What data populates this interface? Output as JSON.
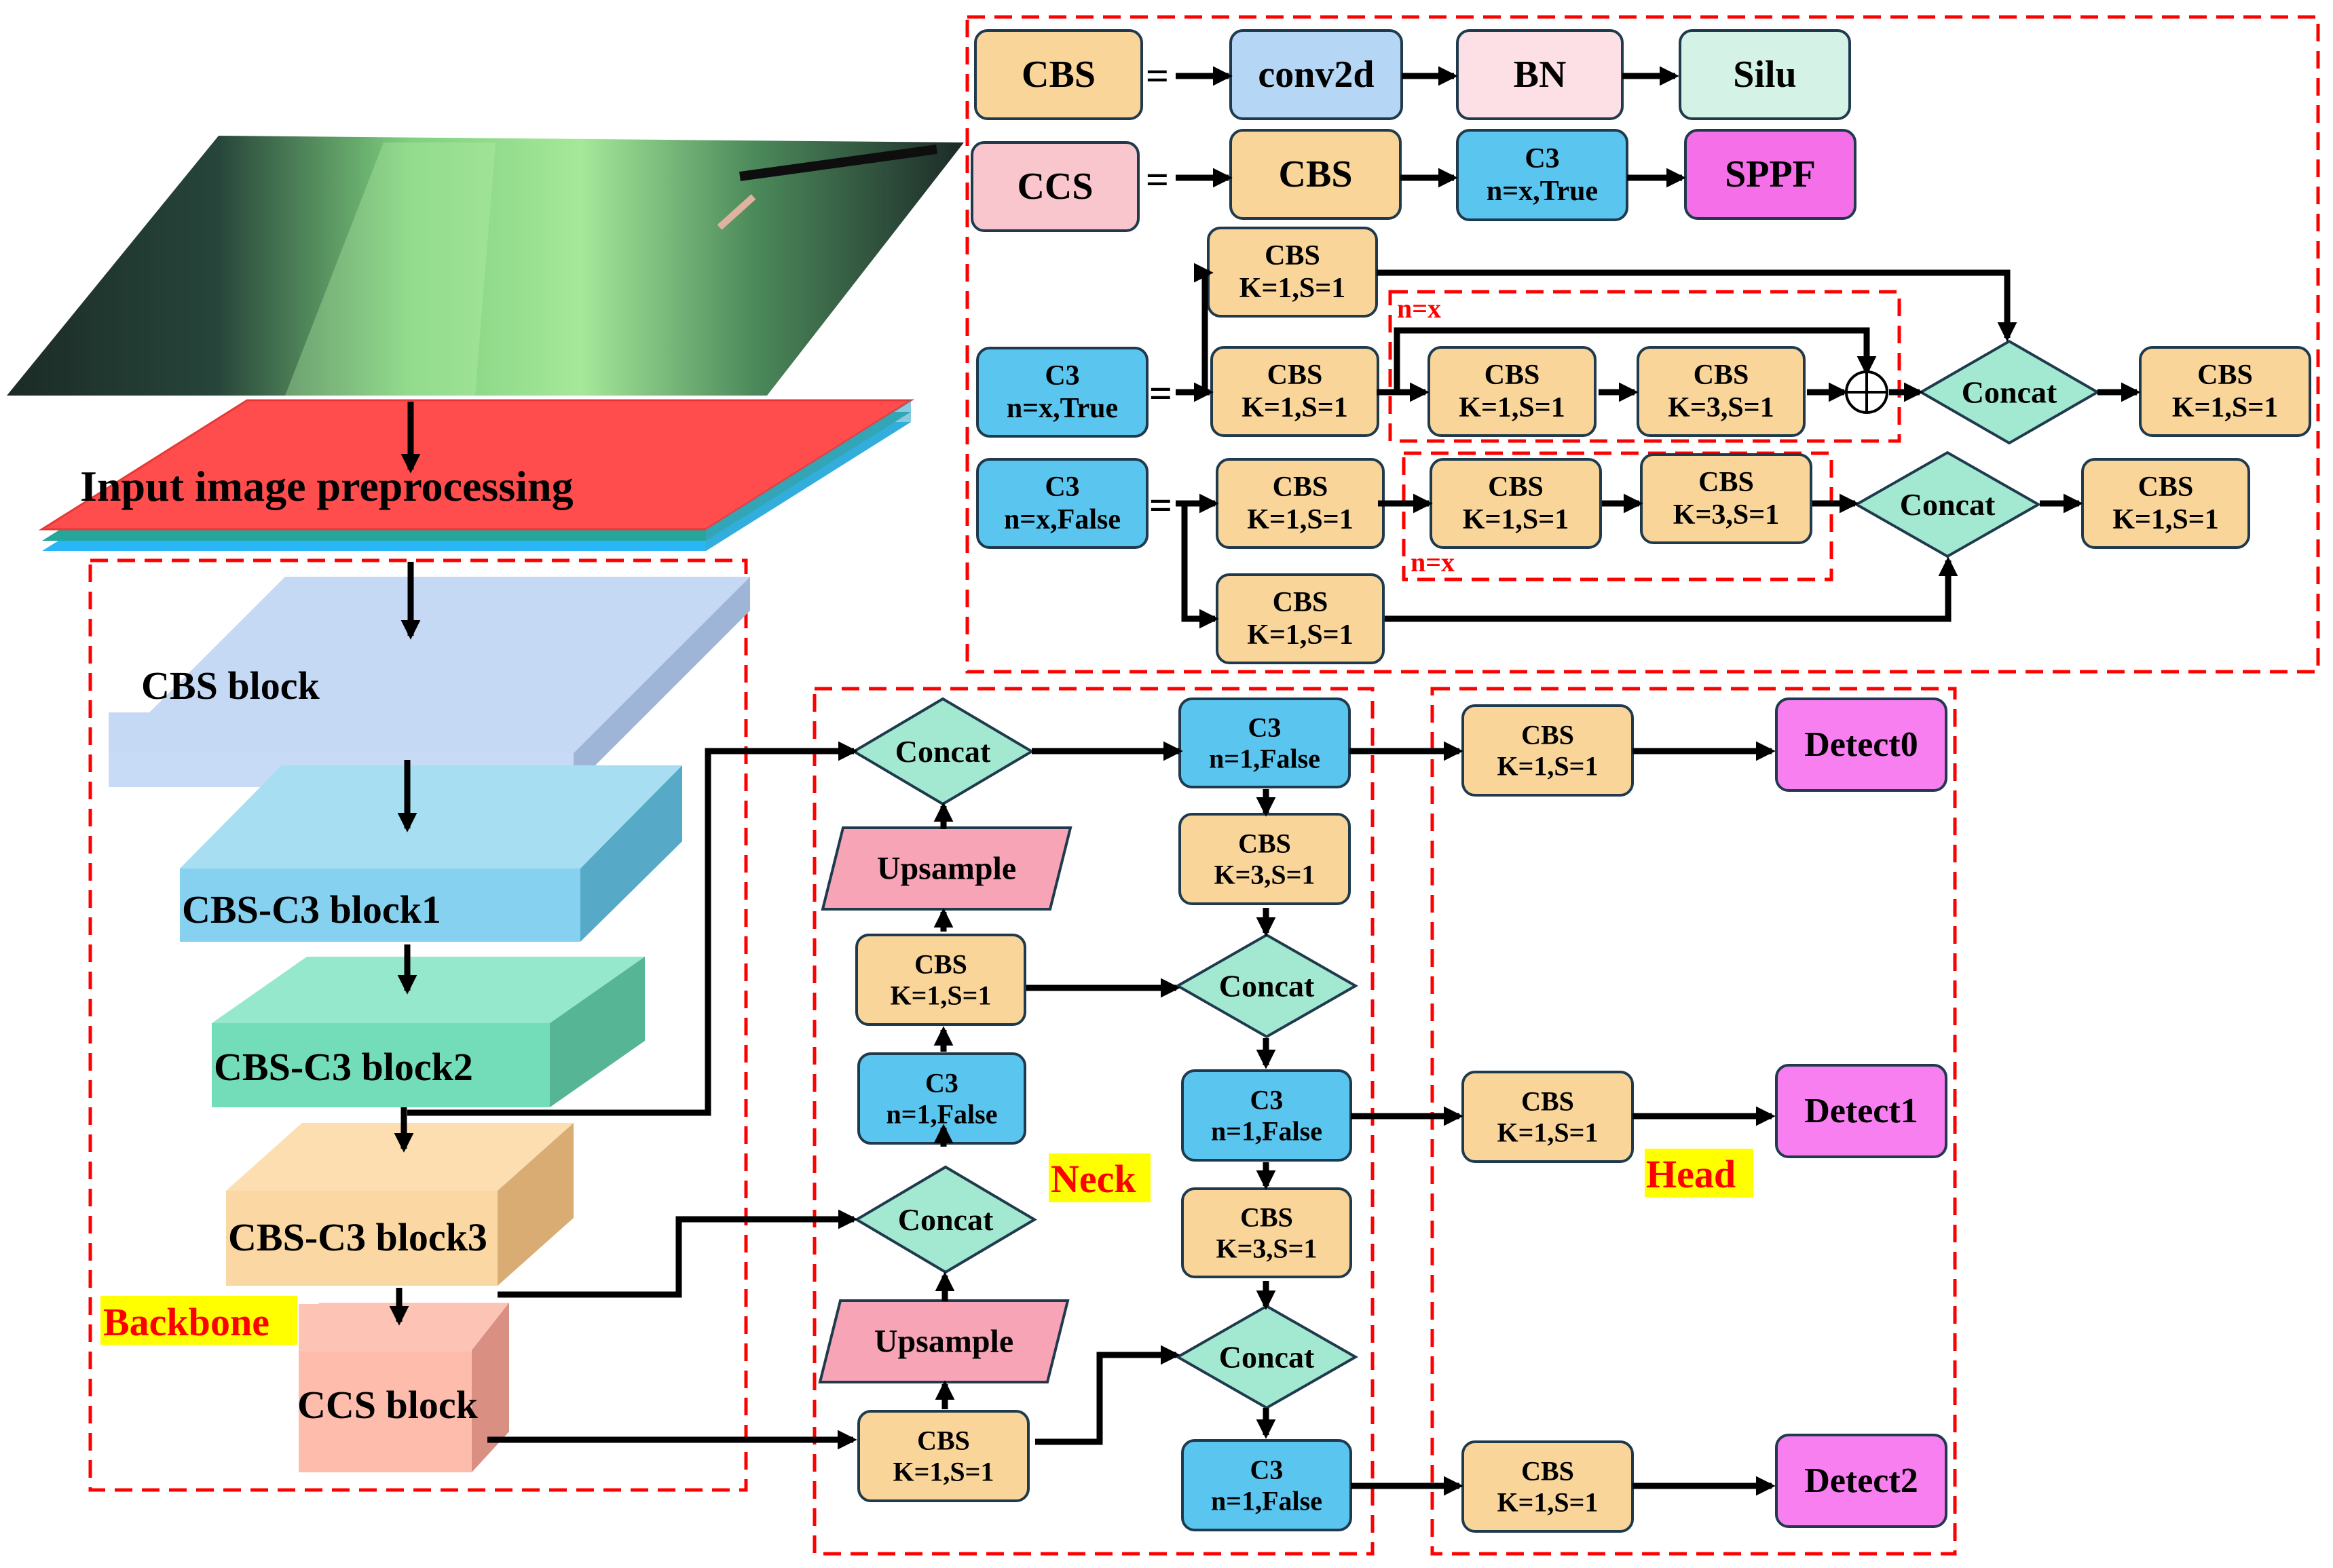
{
  "colors": {
    "cbs": "#fad59a",
    "c3": "#5ac5ef",
    "concat": "#a3e8d0",
    "upsample": "#f7a4b6",
    "detect": "#f77ff0",
    "conv2d": "#b5d6f5",
    "bn": "#fde0e6",
    "silu": "#d4f3e6",
    "ccs": "#f9c6cd",
    "sppf": "#f56fe9",
    "dash": "#ff0000",
    "highlight": "#ffff00"
  },
  "legend": {
    "row1": {
      "lhs": "CBS",
      "eq": "=",
      "items": [
        "conv2d",
        "BN",
        "Silu"
      ]
    },
    "row2": {
      "lhs": "CCS",
      "eq": "=",
      "cbs": "CBS",
      "c3": [
        "C3",
        "n=x,True"
      ],
      "sppf": "SPPF"
    },
    "c3_true": {
      "lhs": [
        "C3",
        "n=x,True"
      ],
      "eq": "=",
      "top": [
        "CBS",
        "K=1,S=1"
      ],
      "mid": [
        "CBS",
        "K=1,S=1"
      ],
      "inner1": [
        "CBS",
        "K=1,S=1"
      ],
      "inner2": [
        "CBS",
        "K=3,S=1"
      ],
      "repeat": "n=x",
      "concat": "Concat",
      "out": [
        "CBS",
        "K=1,S=1"
      ]
    },
    "c3_false": {
      "lhs": [
        "C3",
        "n=x,False"
      ],
      "eq": "=",
      "first": [
        "CBS",
        "K=1,S=1"
      ],
      "inner1": [
        "CBS",
        "K=1,S=1"
      ],
      "inner2": [
        "CBS",
        "K=3,S=1"
      ],
      "repeat": "n=x",
      "concat": "Concat",
      "out": [
        "CBS",
        "K=1,S=1"
      ],
      "bottom": [
        "CBS",
        "K=1,S=1"
      ]
    }
  },
  "backbone": {
    "input_label": "Input image preprocessing",
    "blocks": [
      "CBS block",
      "CBS-C3 block1",
      "CBS-C3 block2",
      "CBS-C3 block3",
      "CCS block"
    ],
    "label": "Backbone"
  },
  "neck": {
    "label": "Neck",
    "left": {
      "concat1": "Concat",
      "upsample1": "Upsample",
      "cbs1": [
        "CBS",
        "K=1,S=1"
      ],
      "c3": [
        "C3",
        "n=1,False"
      ],
      "concat2": "Concat",
      "upsample2": "Upsample",
      "cbs2": [
        "CBS",
        "K=1,S=1"
      ]
    },
    "right": {
      "c3a": [
        "C3",
        "n=1,False"
      ],
      "cbs_a": [
        "CBS",
        "K=3,S=1"
      ],
      "concat_a": "Concat",
      "c3b": [
        "C3",
        "n=1,False"
      ],
      "cbs_b": [
        "CBS",
        "K=3,S=1"
      ],
      "concat_b": "Concat",
      "c3c": [
        "C3",
        "n=1,False"
      ]
    }
  },
  "head": {
    "label": "Head",
    "cbs": [
      [
        "CBS",
        "K=1,S=1"
      ],
      [
        "CBS",
        "K=1,S=1"
      ],
      [
        "CBS",
        "K=1,S=1"
      ]
    ],
    "detect": [
      "Detect0",
      "Detect1",
      "Detect2"
    ]
  }
}
